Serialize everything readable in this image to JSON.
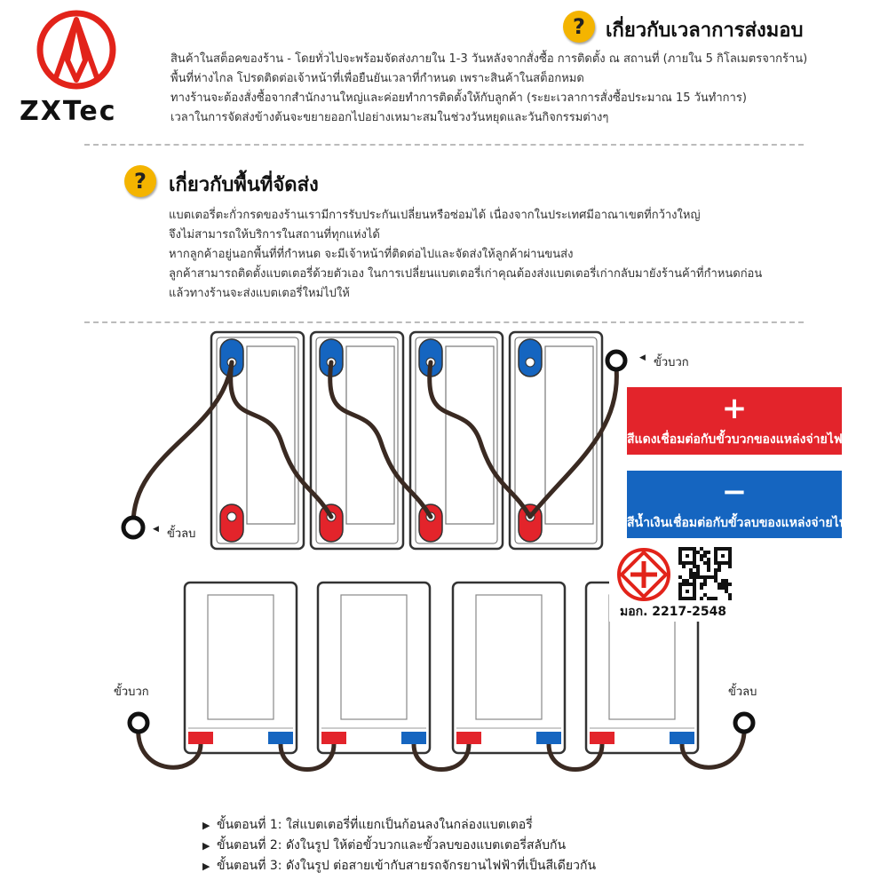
{
  "brand": {
    "name": "ZXTec",
    "color": "#e2231a"
  },
  "delivery_section": {
    "title": "เกี่ยวกับเวลาการส่งมอบ",
    "lines": [
      "สินค้าในสต็อคของร้าน - โดยทั่วไปจะพร้อมจัดส่งภายใน 1-3 วันหลังจากสั่งซื้อ การติดตั้ง ณ สถานที่ (ภายใน 5 กิโลเมตรจากร้าน)",
      "พื้นที่ห่างไกล โปรดติดต่อเจ้าหน้าที่เพื่อยืนยันเวลาที่กำหนด เพราะสินค้าในสต็อกหมด",
      "ทางร้านจะต้องสั่งซื้อจากสำนักงานใหญ่และค่อยทำการติดตั้งให้กับลูกค้า (ระยะเวลาการสั่งซื้อประมาณ 15 วันทำการ)",
      "เวลาในการจัดส่งข้างต้นจะขยายออกไปอย่างเหมาะสมในช่วงวันหยุดและวันกิจกรรมต่างๆ"
    ]
  },
  "area_section": {
    "title": "เกี่ยวกับพื้นที่จัดส่ง",
    "lines": [
      "แบตเตอรี่ตะกั่วกรดของร้านเรามีการรับประกันเปลี่ยนหรือซ่อมได้ เนื่องจากในประเทศมีอาณาเขตที่กว้างใหญ่",
      "จึงไม่สามารถให้บริการในสถานที่ทุกแห่งได้",
      "หากลูกค้าอยู่นอกพื้นที่ที่กำหนด จะมีเจ้าหน้าที่ติดต่อไปและจัดส่งให้ลูกค้าผ่านขนส่ง",
      "ลูกค้าสามารถติดตั้งแบตเตอรี่ด้วยตัวเอง ในการเปลี่ยนแบตเตอรี่เก่าคุณต้องส่งแบตเตอรี่เก่ากลับมายังร้านค้าที่กำหนดก่อน",
      "แล้วทางร้านจะส่งแบตเตอรี่ใหม่ไปให้"
    ]
  },
  "diagram": {
    "positive_label": "ขั้วบวก",
    "negative_label": "ขั้วลบ",
    "red_box": {
      "symbol": "+",
      "text": "สีแดงเชื่อมต่อกับขั้วบวกของแหล่งจ่ายไฟ",
      "color": "#e3242b"
    },
    "blue_box": {
      "symbol": "−",
      "text": "สีน้ำเงินเชื่อมต่อกับขั้วลบของแหล่งจ่ายไฟ",
      "color": "#1565c0"
    },
    "cert_code": "มอก. 2217-2548"
  },
  "steps": [
    "ขั้นตอนที่ 1: ใส่แบตเตอรี่ที่แยกเป็นก้อนลงในกล่องแบตเตอรี่",
    "ขั้นตอนที่ 2: ดังในรูป ให้ต่อขั้วบวกและขั้วลบของแบตเตอรี่สลับกัน",
    "ขั้นตอนที่ 3: ดังในรูป ต่อสายเข้ากับสายรถจักรยานไฟฟ้าที่เป็นสีเดียวกัน"
  ]
}
